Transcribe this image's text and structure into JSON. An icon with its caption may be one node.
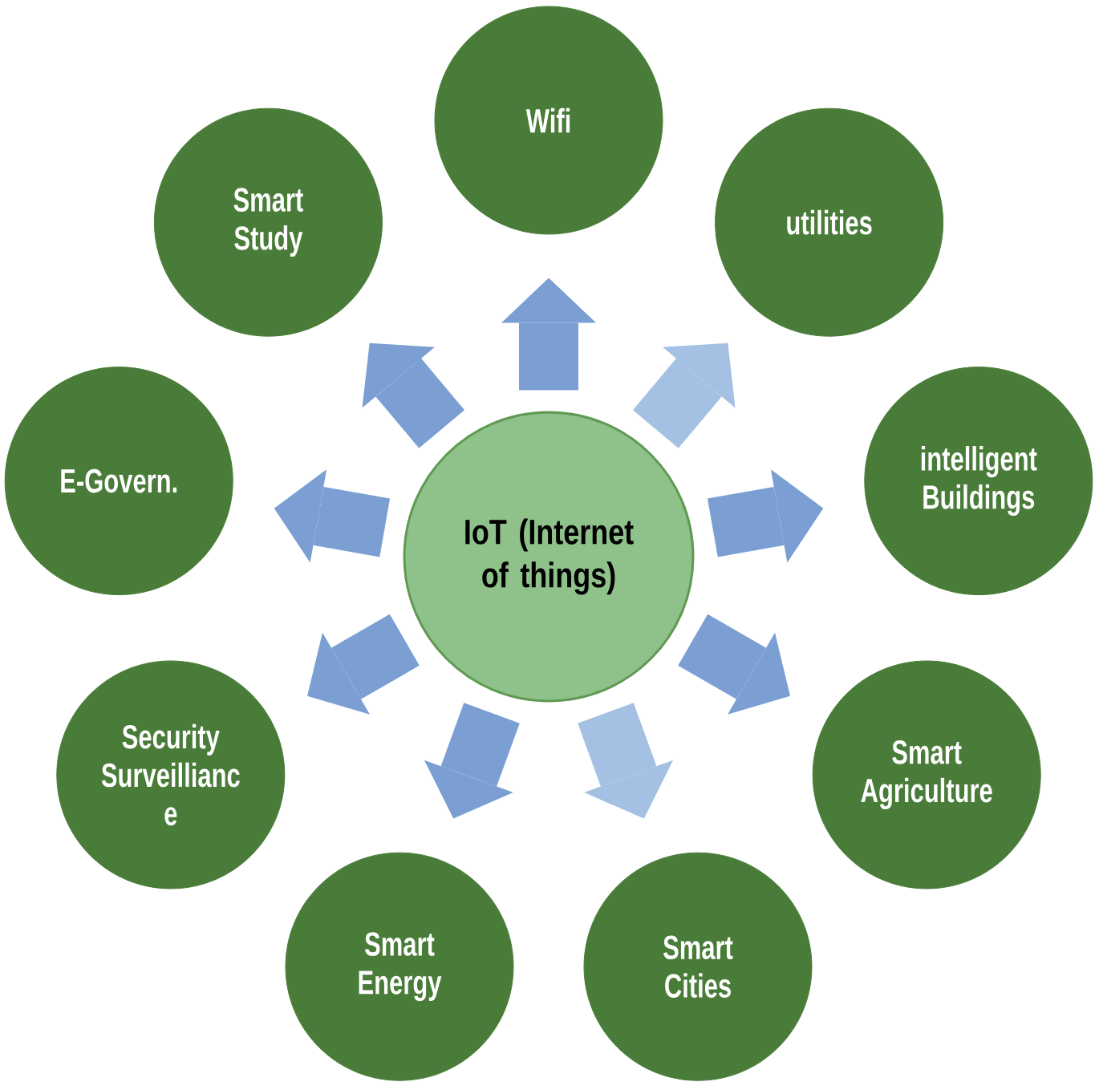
{
  "diagram": {
    "nodes": [
      {
        "text": [
          "IoT (Internet of things)"
        ]
      },
      {
        "text": [
          "Wifi"
        ]
      },
      {
        "text": [
          "utilities"
        ]
      },
      {
        "text": [
          "intelligent Buildings"
        ]
      },
      {
        "text": [
          "Smart Agriculture"
        ]
      },
      {
        "text": [
          "Smart Cities"
        ]
      },
      {
        "text": [
          "Smart Energy"
        ]
      },
      {
        "text": [
          "Security Surveillianc e"
        ]
      },
      {
        "text": [
          "E-Govern."
        ]
      },
      {
        "text": [
          "Smart Study"
        ]
      }
    ],
    "edges": [
      {
        "from": 0,
        "to": 1,
        "arrow": "to"
      },
      {
        "from": 0,
        "to": 2,
        "arrow": "to",
        "color": "#a4c0e3"
      },
      {
        "from": 0,
        "to": 3,
        "arrow": "to"
      },
      {
        "from": 0,
        "to": 4,
        "arrow": "to"
      },
      {
        "from": 0,
        "to": 5,
        "arrow": "to",
        "color": "#a4c0e3"
      },
      {
        "from": 0,
        "to": 6,
        "arrow": "to"
      },
      {
        "from": 0,
        "to": 7,
        "arrow": "to"
      },
      {
        "from": 0,
        "to": 8,
        "arrow": "to"
      },
      {
        "from": 0,
        "to": 9,
        "arrow": "to"
      }
    ]
  }
}
